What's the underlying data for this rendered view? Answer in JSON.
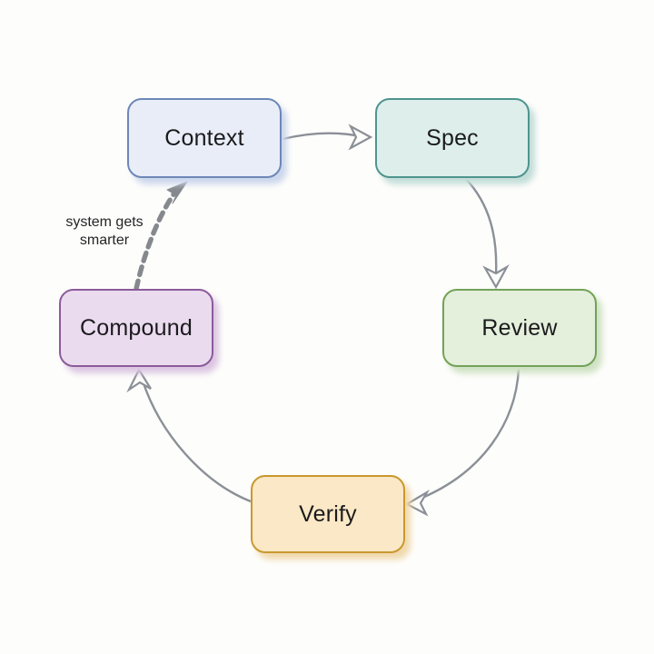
{
  "diagram_title": "development cycle diagram",
  "background_color": "#fdfdfb",
  "arrow_color": "#8b9097",
  "dashed_arrow_color": "#85888d",
  "nodes": {
    "context": {
      "label": "Context",
      "fill": "#e8edf8",
      "border": "#6e87b7",
      "shadow": "#ccd7ec"
    },
    "spec": {
      "label": "Spec",
      "fill": "#ddeeeb",
      "border": "#4f948f",
      "shadow": "#c3ddd8"
    },
    "review": {
      "label": "Review",
      "fill": "#e4efdc",
      "border": "#72a258",
      "shadow": "#cfe2c3"
    },
    "verify": {
      "label": "Verify",
      "fill": "#fbe8c6",
      "border": "#c9982f",
      "shadow": "#f0d9ad"
    },
    "compound": {
      "label": "Compound",
      "fill": "#ebdbef",
      "border": "#8b5b9b",
      "shadow": "#dcc6e2"
    }
  },
  "edges": [
    {
      "from": "Context",
      "to": "Spec",
      "style": "solid"
    },
    {
      "from": "Spec",
      "to": "Review",
      "style": "solid"
    },
    {
      "from": "Review",
      "to": "Verify",
      "style": "solid"
    },
    {
      "from": "Verify",
      "to": "Compound",
      "style": "solid"
    },
    {
      "from": "Compound",
      "to": "Context",
      "style": "dashed",
      "label": "system gets smarter"
    }
  ],
  "cycle_label": {
    "line1": "system gets",
    "line2": "smarter"
  }
}
